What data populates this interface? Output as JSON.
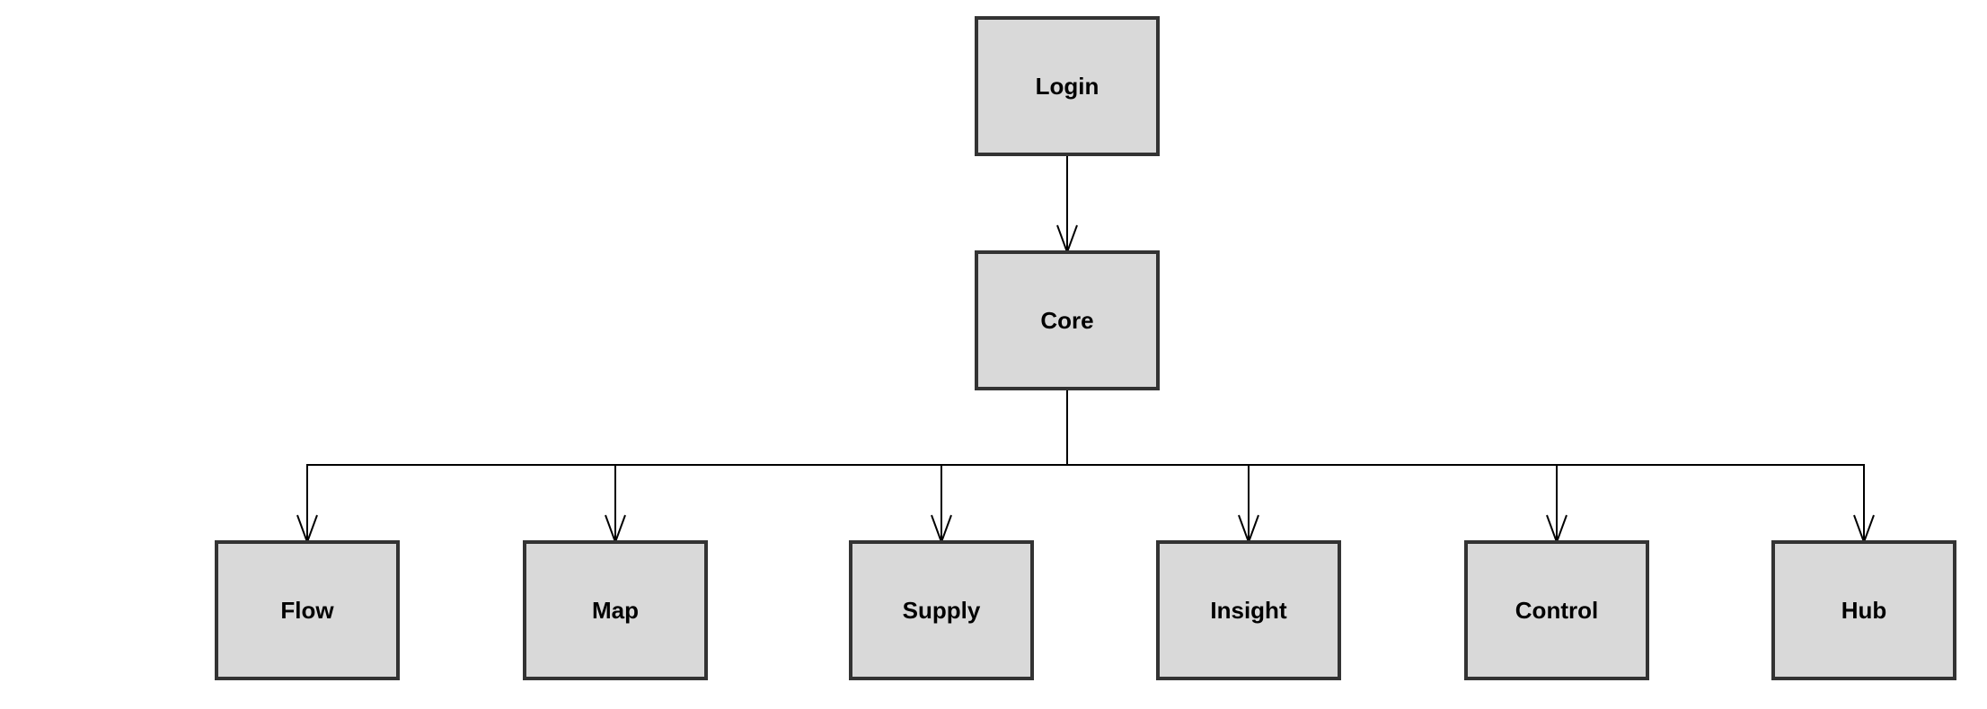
{
  "diagram": {
    "nodes": [
      {
        "id": "login",
        "label": "Login"
      },
      {
        "id": "core",
        "label": "Core"
      },
      {
        "id": "flow",
        "label": "Flow"
      },
      {
        "id": "map",
        "label": "Map"
      },
      {
        "id": "supply",
        "label": "Supply"
      },
      {
        "id": "insight",
        "label": "Insight"
      },
      {
        "id": "control",
        "label": "Control"
      },
      {
        "id": "hub",
        "label": "Hub"
      }
    ],
    "edges": [
      {
        "from": "login",
        "to": "core"
      },
      {
        "from": "core",
        "to": "flow"
      },
      {
        "from": "core",
        "to": "map"
      },
      {
        "from": "core",
        "to": "supply"
      },
      {
        "from": "core",
        "to": "insight"
      },
      {
        "from": "core",
        "to": "control"
      },
      {
        "from": "core",
        "to": "hub"
      }
    ],
    "colors": {
      "node_fill": "#d9d9d9",
      "node_border": "#333333",
      "edge": "#000000",
      "text": "#000000",
      "background": "#ffffff"
    }
  }
}
